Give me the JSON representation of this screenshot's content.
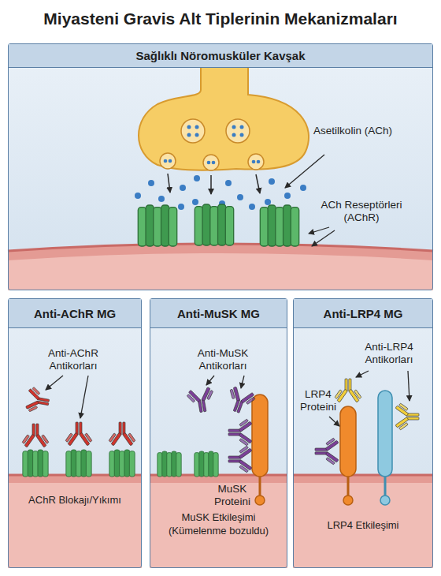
{
  "diagram": {
    "title": "Miyasteni Gravis Alt Tiplerinin Mekanizmaları",
    "nodes": [
      {
        "text": [
          "Sağlıklı Nöromusküler Kavşak"
        ]
      },
      {
        "text": [
          "Anti-AChR MG",
          "AChR Blokajı/Yıkımı"
        ]
      },
      {
        "text": [
          "Anti-MuSK MG",
          "MuSK Etkileşimi (Kümelenme bozuldu)"
        ]
      },
      {
        "text": [
          "Anti-LRP4 MG",
          "LRP4 Etkileşimi"
        ]
      }
    ],
    "labels": [
      "Asetilkolin (ACh)",
      "ACh Reseptörleri (AChR)",
      "Anti-AChR Antikorları",
      "Anti-MuSK Antikorları",
      "MuSK Proteini",
      "Anti-LRP4 Antikorları",
      "LRP4 Proteini"
    ]
  }
}
